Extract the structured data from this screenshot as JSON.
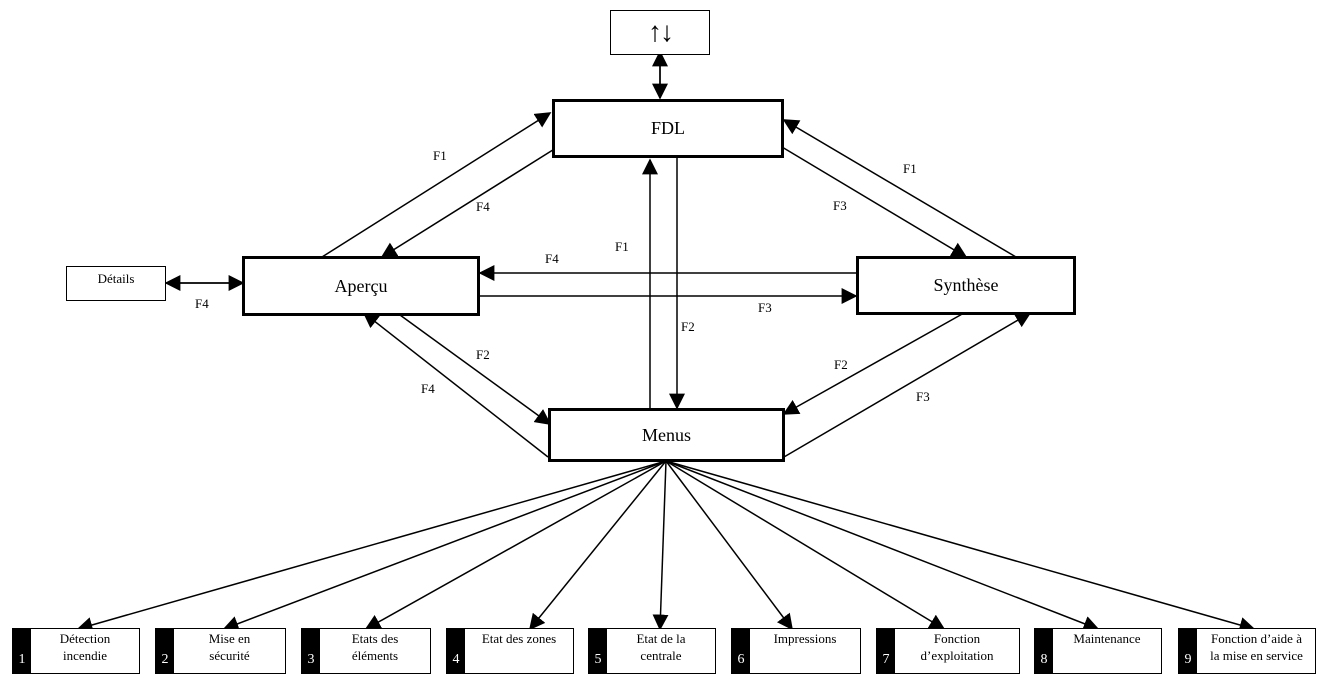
{
  "nodes": {
    "updown": "↑↓",
    "fdl": "FDL",
    "apercu": "Aperçu",
    "synthese": "Synthèse",
    "menus": "Menus",
    "details": "Détails"
  },
  "edge_labels": {
    "fdl_to_apercu_f1": "F1",
    "apercu_to_fdl_f4": "F4",
    "fdl_from_synthese_f1": "F1",
    "fdl_to_synthese_f3": "F3",
    "menus_to_fdl_f1": "F1",
    "fdl_to_menus_f2": "F2",
    "synthese_to_apercu_f4": "F4",
    "apercu_to_synthese_f3": "F3",
    "details_f4": "F4",
    "apercu_to_menus_f2": "F2",
    "menus_to_apercu_f4": "F4",
    "synthese_to_menus_f2": "F2",
    "menus_to_synthese_f3": "F3"
  },
  "menu_items": [
    {
      "number": "1",
      "line1": "Détection",
      "line2": "incendie"
    },
    {
      "number": "2",
      "line1": "Mise en",
      "line2": "sécurité"
    },
    {
      "number": "3",
      "line1": "Etats des",
      "line2": "éléments"
    },
    {
      "number": "4",
      "line1": "Etat des zones",
      "line2": ""
    },
    {
      "number": "5",
      "line1": "Etat de la",
      "line2": "centrale"
    },
    {
      "number": "6",
      "line1": "Impressions",
      "line2": ""
    },
    {
      "number": "7",
      "line1": "Fonction",
      "line2": "d’exploitation"
    },
    {
      "number": "8",
      "line1": "Maintenance",
      "line2": ""
    },
    {
      "number": "9",
      "line1": "Fonction d’aide à",
      "line2": "la mise en service"
    }
  ]
}
